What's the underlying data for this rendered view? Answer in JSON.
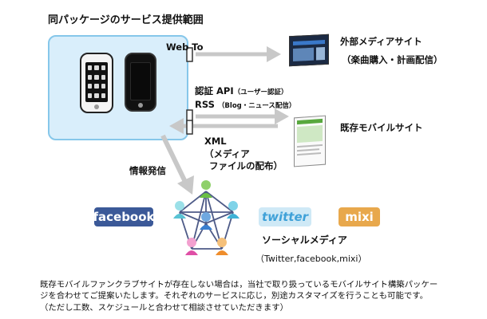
{
  "title": "同パッケージのサービス提供範囲",
  "web_to_label": "Web To",
  "external_media": {
    "line1": "外部メディアサイト",
    "line2": "（楽曲購入・計画配信）"
  },
  "auth_api": {
    "main": "認証 API",
    "note": "（ユーザー認証）"
  },
  "rss": {
    "main": "RSS",
    "note": "（Blog・ニュース配信）"
  },
  "existing_mobile_site": "既存モバイルサイト",
  "xml_label": {
    "line1": "XML",
    "line2": "（メディア",
    "line3": "ファイルの配布）"
  },
  "info_dispatch": "情報発信",
  "social": {
    "facebook_logo": "facebook",
    "twitter_logo": "twitter",
    "mixi_logo": "mixi",
    "label": "ソーシャルメディア",
    "examples": "（Twitter,facebook,mixi）"
  },
  "footnote": [
    "既存モバイルファンクラブサイトが存在しない場合は，当社で取り扱っているモバイルサイト構築パッケー",
    "ジを合わせてご提案いたします。それぞれのサービスに応じ，別途カスタマイズを行うことも可能です。",
    "（ただし工数、スケジュールと合わせて相談させていただきます）"
  ],
  "colors": {
    "box_fill": "#d9eefb",
    "box_border": "#86c7ea",
    "arrow": "#c8c8c8",
    "facebook": "#3b5998",
    "twitter_bg": "#cfe9f6",
    "twitter_text": "#3fa1d8",
    "mixi": "#e8a84c"
  },
  "icons": [
    "phone-white-icon",
    "phone-black-icon",
    "media-site-screenshot",
    "mobile-site-screenshot",
    "people-network-icon"
  ]
}
